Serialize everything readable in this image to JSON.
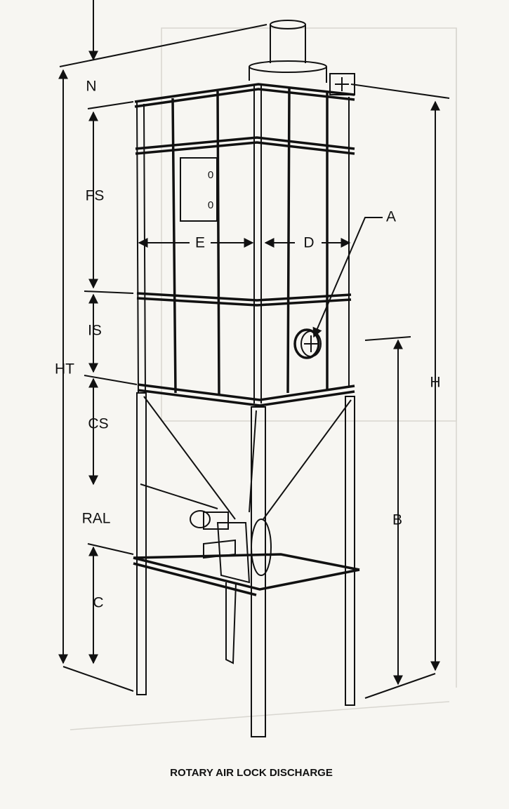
{
  "diagram": {
    "caption": "ROTARY AIR LOCK DISCHARGE",
    "dimension_labels": {
      "N": "N",
      "FS": "FS",
      "IS": "IS",
      "HT": "HT",
      "CS": "CS",
      "RAL": "RAL",
      "C": "C",
      "E": "E",
      "D": "D",
      "A": "A",
      "H": "H",
      "B": "B"
    }
  }
}
